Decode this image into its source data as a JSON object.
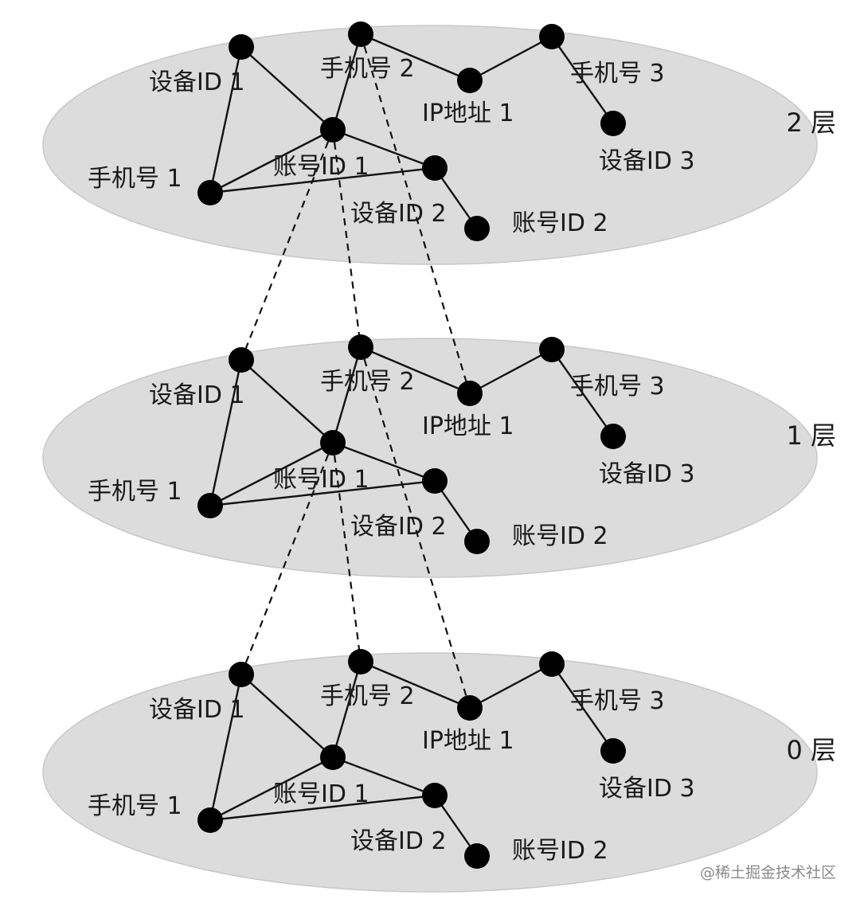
{
  "layers": [
    {
      "label": "2 层"
    },
    {
      "label": "1 层"
    },
    {
      "label": "0 层"
    }
  ],
  "nodes": [
    {
      "id": "device1",
      "label": "设备ID 1"
    },
    {
      "id": "phone2",
      "label": "手机号 2"
    },
    {
      "id": "phone3",
      "label": "手机号 3"
    },
    {
      "id": "ip1",
      "label": "IP地址 1"
    },
    {
      "id": "account1",
      "label": "账号ID 1"
    },
    {
      "id": "phone1",
      "label": "手机号 1"
    },
    {
      "id": "device2",
      "label": "设备ID 2"
    },
    {
      "id": "device3",
      "label": "设备ID 3"
    },
    {
      "id": "account2",
      "label": "账号ID 2"
    }
  ],
  "edges": [
    [
      "device1",
      "account1"
    ],
    [
      "device1",
      "phone1"
    ],
    [
      "phone2",
      "account1"
    ],
    [
      "phone2",
      "ip1"
    ],
    [
      "ip1",
      "phone3"
    ],
    [
      "phone3",
      "device3"
    ],
    [
      "account1",
      "phone1"
    ],
    [
      "account1",
      "device2"
    ],
    [
      "phone1",
      "device2"
    ],
    [
      "device2",
      "account2"
    ]
  ],
  "cross_layer_links": [
    [
      "account1",
      "device1"
    ],
    [
      "account1",
      "phone2"
    ],
    [
      "phone2",
      "ip1"
    ]
  ],
  "colors": {
    "plane": "#dcdcdc",
    "node": "#000000",
    "edge": "#111111"
  },
  "watermark": "@稀土掘金技术社区"
}
